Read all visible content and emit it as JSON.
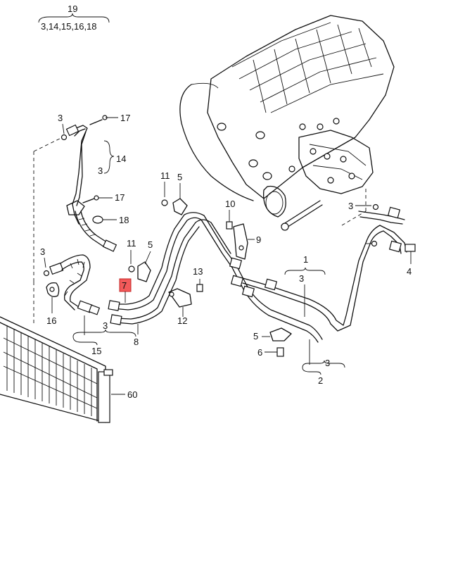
{
  "callouts": {
    "c19": "19",
    "c19_list": "3,14,15,16,18",
    "c3a": "3",
    "c17a": "17",
    "c14": "14",
    "c14_3": "3",
    "c17b": "17",
    "c18": "18",
    "c3b": "3",
    "c11a": "11",
    "c5a": "5",
    "c7": "7",
    "c16": "16",
    "c15_3": "3",
    "c15": "15",
    "c8": "8",
    "c11b": "11",
    "c5b": "5",
    "c10": "10",
    "c9": "9",
    "c13": "13",
    "c12": "12",
    "c1": "1",
    "c1_3": "3",
    "c3c": "3",
    "c4": "4",
    "c5c": "5",
    "c6": "6",
    "c2_3": "3",
    "c2": "2",
    "c60": "60"
  },
  "highlight": {
    "label": "7",
    "color": "#f25a5a"
  },
  "colors": {
    "line": "#111111",
    "background": "#ffffff"
  }
}
